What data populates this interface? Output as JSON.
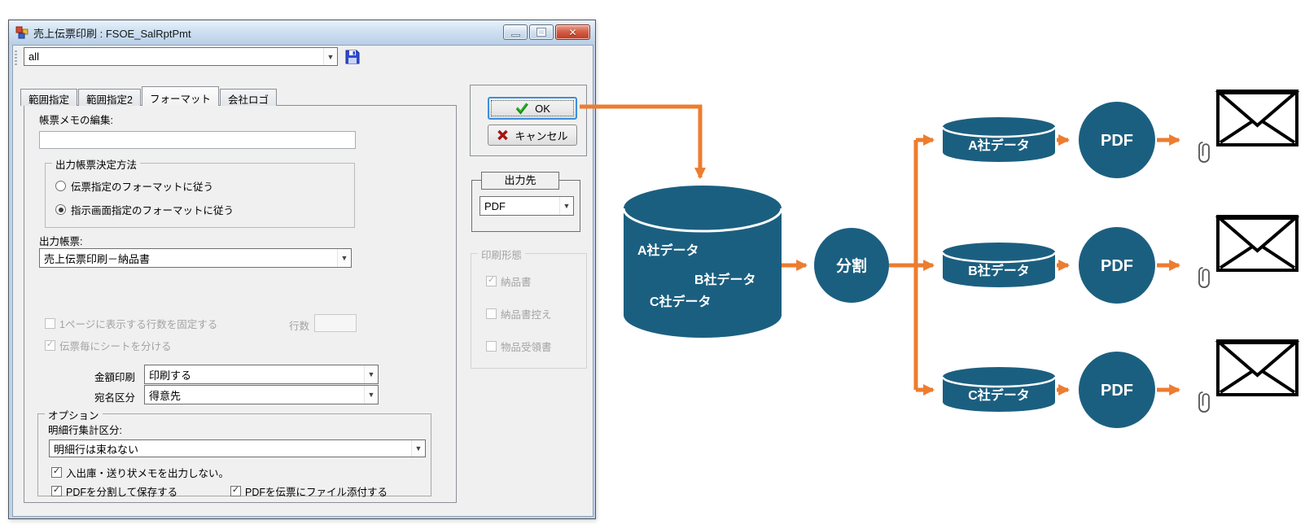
{
  "window": {
    "title": "売上伝票印刷 : FSOE_SalRptPmt",
    "toolbar": {
      "preset_value": "all"
    },
    "tabs": [
      {
        "label": "範囲指定",
        "selected": false
      },
      {
        "label": "範囲指定2",
        "selected": false
      },
      {
        "label": "フォーマット",
        "selected": true
      },
      {
        "label": "会社ロゴ",
        "selected": false
      }
    ],
    "format_tab": {
      "memo_label": "帳票メモの編集:",
      "memo_value": "",
      "decide_group_title": "出力帳票決定方法",
      "radio1_label": "伝票指定のフォーマットに従う",
      "radio1_checked": false,
      "radio2_label": "指示画面指定のフォーマットに従う",
      "radio2_checked": true,
      "output_report_label": "出力帳票:",
      "output_report_value": "売上伝票印刷－納品書",
      "fix_rows_label": "1ページに表示する行数を固定する",
      "fix_rows_checked": false,
      "rows_label": "行数",
      "rows_value": "",
      "sheet_split_label": "伝票毎にシートを分ける",
      "sheet_split_checked": true,
      "amount_print_label": "金額印刷",
      "amount_print_value": "印刷する",
      "addressee_label": "宛名区分",
      "addressee_value": "得意先",
      "options_title": "オプション",
      "detail_sum_label": "明細行集計区分:",
      "detail_sum_value": "明細行は束ねない",
      "opt_check1_label": "入出庫・送り状メモを出力しない。",
      "opt_check1_checked": true,
      "opt_check2_label": "PDFを分割して保存する",
      "opt_check2_checked": true,
      "opt_check3_label": "PDFを伝票にファイル添付する",
      "opt_check3_checked": true
    },
    "right_panel": {
      "ok_label": "OK",
      "cancel_label": "キャンセル",
      "output_dest_title": "出力先",
      "output_dest_value": "PDF",
      "print_form_title": "印刷形態",
      "print_checks": [
        {
          "label": "納品書",
          "checked": true
        },
        {
          "label": "納品書控え",
          "checked": false
        },
        {
          "label": "物品受領書",
          "checked": false
        }
      ]
    }
  },
  "diagram": {
    "colors": {
      "teal": "#1b5f80",
      "orange": "#ed7c2f"
    },
    "source_db_lines": [
      "A社データ",
      "B社データ",
      "C社データ"
    ],
    "split_label": "分割",
    "branches": [
      {
        "db": "A社データ",
        "pdf": "PDF"
      },
      {
        "db": "B社データ",
        "pdf": "PDF"
      },
      {
        "db": "C社データ",
        "pdf": "PDF"
      }
    ]
  }
}
